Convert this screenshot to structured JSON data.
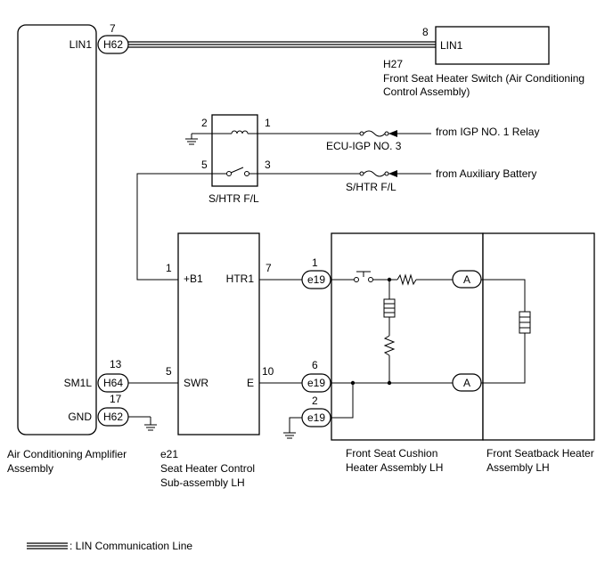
{
  "components": {
    "amplifier": {
      "name_line1": "Air Conditioning Amplifier",
      "name_line2": "Assembly",
      "pins": {
        "lin1": "LIN1",
        "sm1l": "SM1L",
        "gnd": "GND"
      }
    },
    "heater_switch": {
      "code": "H27",
      "name_line1": "Front Seat Heater Switch (Air Conditioning",
      "name_line2": "Control Assembly)",
      "pin_label": "LIN1",
      "pin_number": "8"
    },
    "relay": {
      "name": "S/HTR F/L",
      "pins": {
        "p1": "1",
        "p2": "2",
        "p3": "3",
        "p5": "5"
      }
    },
    "fuses": {
      "ecu_igp": "ECU-IGP NO. 3",
      "shtr": "S/HTR F/L"
    },
    "sources": {
      "igp": "from IGP NO. 1 Relay",
      "battery": "from Auxiliary Battery"
    },
    "control": {
      "code": "e21",
      "name_line1": "Seat Heater Control",
      "name_line2": "Sub-assembly LH",
      "pins": {
        "b1": "+B1",
        "htr1": "HTR1",
        "swr": "SWR",
        "e": "E"
      },
      "pin_numbers": {
        "b1": "1",
        "htr1": "7",
        "swr": "5",
        "e": "10"
      }
    },
    "cushion": {
      "name_line1": "Front Seat Cushion",
      "name_line2": "Heater Assembly LH"
    },
    "seatback": {
      "name_line1": "Front Seatback Heater",
      "name_line2": "Assembly LH"
    }
  },
  "connectors": {
    "h62_top": {
      "label": "H62",
      "pin": "7"
    },
    "h64": {
      "label": "H64",
      "pin": "13"
    },
    "h62_bottom": {
      "label": "H62",
      "pin": "17"
    },
    "e19_top": {
      "label": "e19",
      "pin": "1"
    },
    "e19_mid": {
      "label": "e19",
      "pin": "6"
    },
    "e19_bottom": {
      "label": "e19",
      "pin": "2"
    },
    "a_top": {
      "label": "A"
    },
    "a_bottom": {
      "label": "A"
    }
  },
  "legend": {
    "text": ": LIN Communication Line"
  }
}
